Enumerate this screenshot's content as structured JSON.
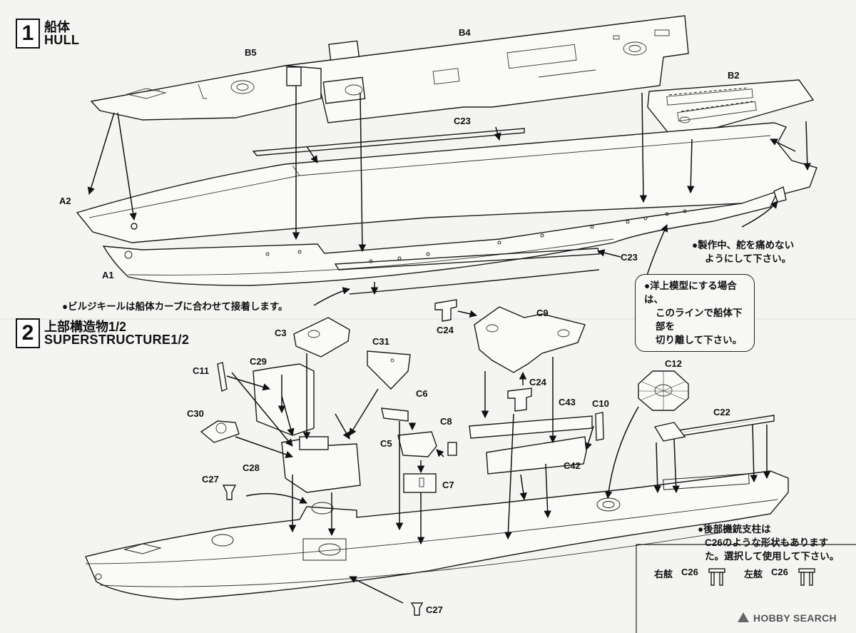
{
  "step1": {
    "number": "1",
    "title_ja": "船体",
    "title_en": "HULL"
  },
  "step2": {
    "number": "2",
    "title_ja": "上部構造物1/2",
    "title_en": "SUPERSTRUCTURE1/2"
  },
  "parts": {
    "b5": "B5",
    "b4": "B4",
    "b2": "B2",
    "c23a": "C23",
    "c23b": "C23",
    "a2": "A2",
    "a1": "A1",
    "c3": "C3",
    "c29": "C29",
    "c11": "C11",
    "c30": "C30",
    "c28": "C28",
    "c27a": "C27",
    "c27b": "C27",
    "c31": "C31",
    "c6": "C6",
    "c8": "C8",
    "c5": "C5",
    "c7": "C7",
    "c9": "C9",
    "c24a": "C24",
    "c24b": "C24",
    "c43": "C43",
    "c10": "C10",
    "c12": "C12",
    "c22": "C22",
    "c42": "C42"
  },
  "notes": {
    "rudder_line1": "●製作中、舵を痛めない",
    "rudder_line2": "ようにして下さい。",
    "bilge": "●ビルジキールは船体カーブに合わせて接着します。",
    "waterline_line1": "●洋上模型にする場合は、",
    "waterline_line2": "このラインで船体下部を",
    "waterline_line3": "切り離して下さい。",
    "aa_line1": "●後部機銃支柱は",
    "aa_line2": "C26のような形状もあります",
    "aa_line3": "た。選択して使用して下さい。",
    "starboard": "右舷",
    "starboard_part": "C26",
    "port": "左舷",
    "port_part": "C26"
  },
  "watermark": "HOBBY SEARCH"
}
